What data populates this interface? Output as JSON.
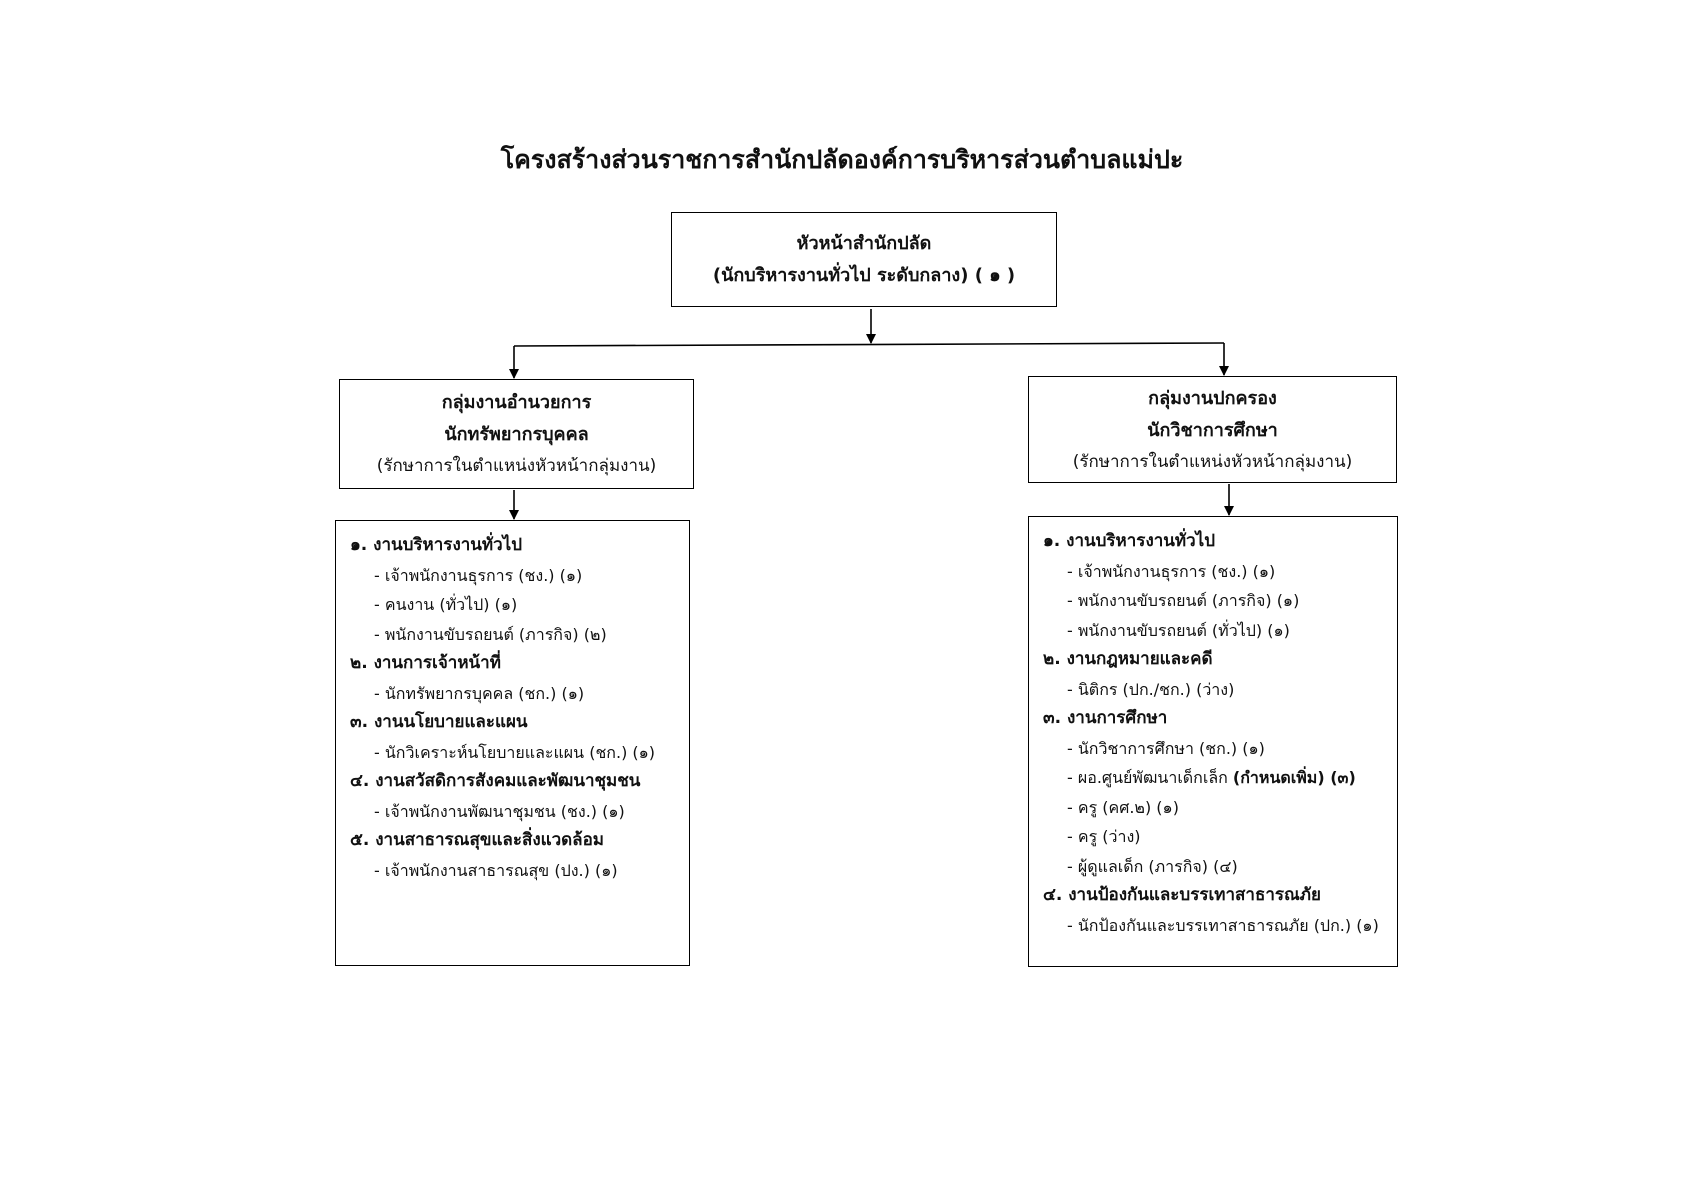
{
  "title": "โครงสร้างส่วนราชการสำนักปลัดองค์การบริหารส่วนตำบลแม่ปะ",
  "head": {
    "line1": "หัวหน้าสำนักปลัด",
    "line2": "(นักบริหารงานทั่วไป ระดับกลาง) ( ๑ )"
  },
  "left_group": {
    "line1": "กลุ่มงานอำนวยการ",
    "line2": "นักทรัพยากรบุคคล",
    "line3": "(รักษาการในตำแหน่งหัวหน้ากลุ่มงาน)"
  },
  "right_group": {
    "line1": "กลุ่มงานปกครอง",
    "line2": "นักวิชาการศึกษา",
    "line3": "(รักษาการในตำแหน่งหัวหน้ากลุ่มงาน)"
  },
  "left_sections": [
    {
      "title": "๑. งานบริหารงานทั่วไป",
      "items": [
        "- เจ้าพนักงานธุรการ (ชง.) (๑)",
        "- คนงาน (ทั่วไป) (๑)",
        "- พนักงานขับรถยนต์ (ภารกิจ) (๒)"
      ]
    },
    {
      "title": "๒. งานการเจ้าหน้าที่",
      "items": [
        "- นักทรัพยากรบุคคล (ชก.) (๑)"
      ]
    },
    {
      "title": "๓. งานนโยบายและแผน",
      "items": [
        "- นักวิเคราะห์นโยบายและแผน (ชก.) (๑)"
      ]
    },
    {
      "title": "๔. งานสวัสดิการสังคมและพัฒนาชุมชน",
      "items": [
        "- เจ้าพนักงานพัฒนาชุมชน (ชง.) (๑)"
      ]
    },
    {
      "title": "๕. งานสาธารณสุขและสิ่งแวดล้อม",
      "items": [
        "- เจ้าพนักงานสาธารณสุข (ปง.) (๑)"
      ]
    }
  ],
  "right_sections": [
    {
      "title": "๑. งานบริหารงานทั่วไป",
      "items": [
        "- เจ้าพนักงานธุรการ (ชง.) (๑)",
        "- พนักงานขับรถยนต์ (ภารกิจ) (๑)",
        "- พนักงานขับรถยนต์ (ทั่วไป) (๑)"
      ]
    },
    {
      "title": "๒. งานกฎหมายและคดี",
      "items": [
        "- นิติกร (ปก./ชก.) (ว่าง)"
      ]
    },
    {
      "title": "๓. งานการศึกษา",
      "items": [
        "- นักวิชาการศึกษา (ชก.) (๑)",
        "- ผอ.ศูนย์พัฒนาเด็กเล็ก",
        "- ครู (คศ.๒) (๑)",
        "- ครู (ว่าง)",
        "- ผู้ดูแลเด็ก (ภารกิจ) (๔)"
      ]
    },
    {
      "title": "๔. งานป้องกันและบรรเทาสาธารณภัย",
      "items": [
        "- นักป้องกันและบรรเทาสาธารณภัย (ปก.) (๑)"
      ]
    }
  ],
  "right_extra": {
    "director_suffix": "(กำหนดเพิ่ม) (๓)"
  }
}
